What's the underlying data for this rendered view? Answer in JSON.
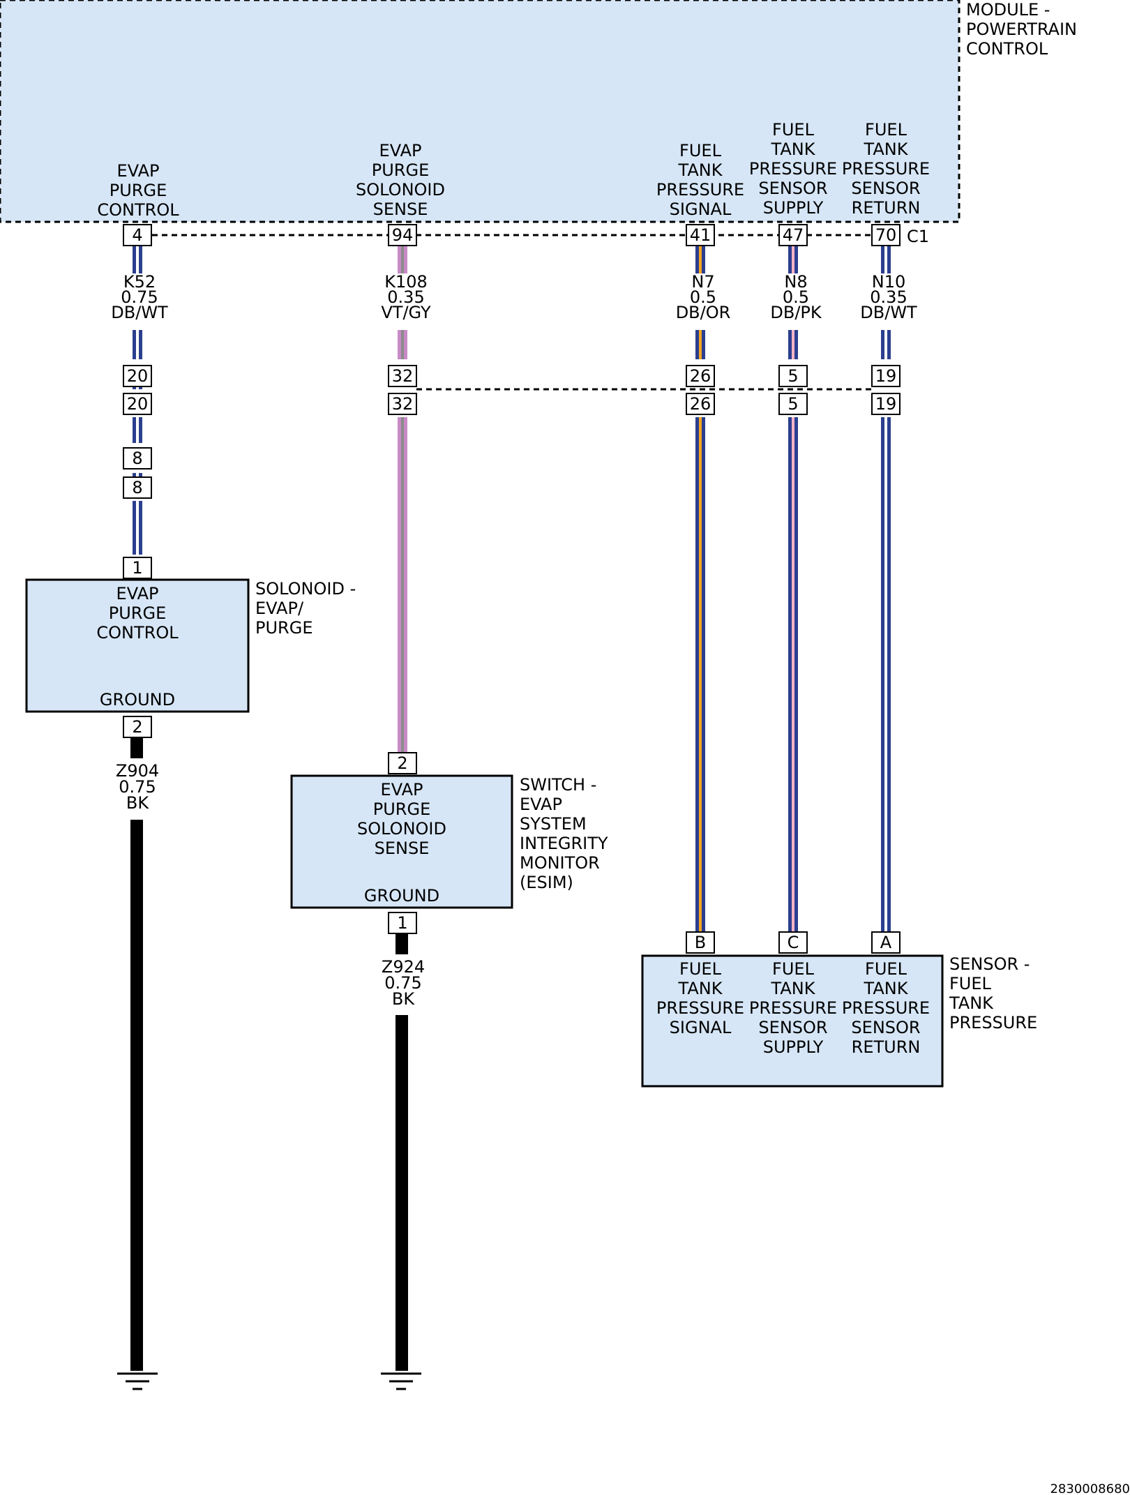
{
  "module": {
    "name": [
      "MODULE -",
      "POWERTRAIN",
      "CONTROL"
    ],
    "connector": "C1",
    "circuits": [
      {
        "label": [
          "EVAP",
          "PURGE",
          "CONTROL"
        ],
        "pin": "4"
      },
      {
        "label": [
          "EVAP",
          "PURGE",
          "SOLONOID",
          "SENSE"
        ],
        "pin": "94"
      },
      {
        "label": [
          "FUEL",
          "TANK",
          "PRESSURE",
          "SIGNAL"
        ],
        "pin": "41"
      },
      {
        "label": [
          "FUEL",
          "TANK",
          "PRESSURE",
          "SENSOR",
          "SUPPLY"
        ],
        "pin": "47"
      },
      {
        "label": [
          "FUEL",
          "TANK",
          "PRESSURE",
          "SENSOR",
          "RETURN"
        ],
        "pin": "70"
      }
    ]
  },
  "wires": [
    {
      "code": "K52",
      "gauge": "0.75",
      "color": "DB/WT"
    },
    {
      "code": "K108",
      "gauge": "0.35",
      "color": "VT/GY"
    },
    {
      "code": "N7",
      "gauge": "0.5",
      "color": "DB/OR"
    },
    {
      "code": "N8",
      "gauge": "0.5",
      "color": "DB/PK"
    },
    {
      "code": "N10",
      "gauge": "0.35",
      "color": "DB/WT"
    }
  ],
  "inline_connector_1": [
    "20",
    "32",
    "26",
    "5",
    "19"
  ],
  "inline_connector_2": [
    "8"
  ],
  "solenoid": {
    "name": [
      "SOLONOID -",
      "EVAP/",
      "PURGE"
    ],
    "label": [
      "EVAP",
      "PURGE",
      "CONTROL"
    ],
    "ground_label": "GROUND",
    "pin_in": "1",
    "pin_out": "2",
    "ground_wire": {
      "code": "Z904",
      "gauge": "0.75",
      "color": "BK"
    }
  },
  "switch": {
    "name": [
      "SWITCH -",
      "EVAP",
      "SYSTEM",
      "INTEGRITY",
      "MONITOR",
      "(ESIM)"
    ],
    "label": [
      "EVAP",
      "PURGE",
      "SOLONOID",
      "SENSE"
    ],
    "ground_label": "GROUND",
    "pin_in": "2",
    "pin_out": "1",
    "ground_wire": {
      "code": "Z924",
      "gauge": "0.75",
      "color": "BK"
    }
  },
  "sensor": {
    "name": [
      "SENSOR -",
      "FUEL",
      "TANK",
      "PRESSURE"
    ],
    "pins": [
      "B",
      "C",
      "A"
    ],
    "labels": [
      [
        "FUEL",
        "TANK",
        "PRESSURE",
        "SIGNAL"
      ],
      [
        "FUEL",
        "TANK",
        "PRESSURE",
        "SENSOR",
        "SUPPLY"
      ],
      [
        "FUEL",
        "TANK",
        "PRESSURE",
        "SENSOR",
        "RETURN"
      ]
    ]
  },
  "figure_id": "2830008680",
  "colors": {
    "box_fill": "#d6e6f6",
    "dark_blue": "#2b3f8f",
    "white": "#ffffff",
    "violet": "#c98ac8",
    "gray": "#8c8c8c",
    "orange": "#f5a623",
    "pink": "#f4b3c8",
    "black": "#000000"
  }
}
